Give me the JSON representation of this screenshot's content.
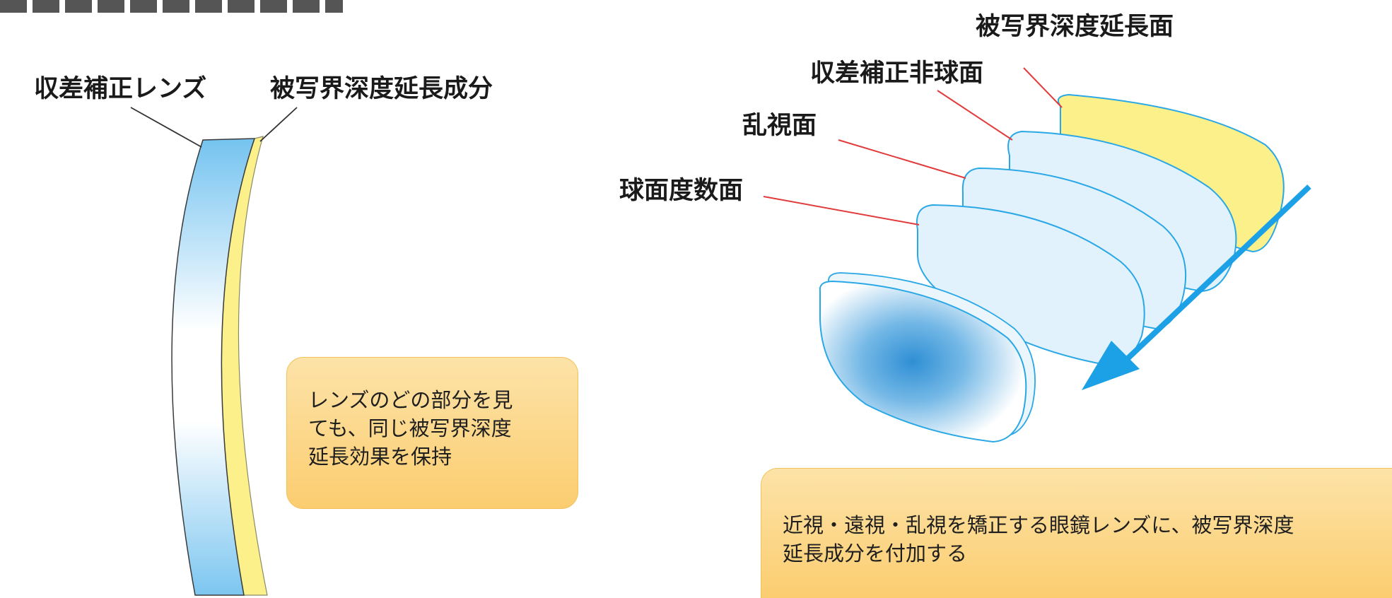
{
  "colors": {
    "lens_blue": "#8ecdf2",
    "edof_yellow": "#fbf08a",
    "leader_red": "#e23b3b",
    "arrow_blue": "#1da1e6",
    "note_fill": "#fcd88c"
  },
  "left_panel": {
    "label_lens": "収差補正レンズ",
    "label_edof": "被写界深度延長成分",
    "note_lines": [
      "レンズのどの部分を見",
      "ても、同じ被写界深度",
      "延長効果を保持"
    ]
  },
  "right_panel": {
    "layers": [
      {
        "label": "被写界深度延長面",
        "fill": "yellow"
      },
      {
        "label": "収差補正非球面",
        "fill": "light-blue"
      },
      {
        "label": "乱視面",
        "fill": "light-blue"
      },
      {
        "label": "球面度数面",
        "fill": "light-blue"
      }
    ],
    "note_lines": [
      "近視・遠視・乱視を矯正する眼鏡レンズに、被写界深度",
      "延長成分を付加する"
    ],
    "icons": [
      "light-direction-arrow-icon",
      "finished-lens-icon"
    ]
  }
}
